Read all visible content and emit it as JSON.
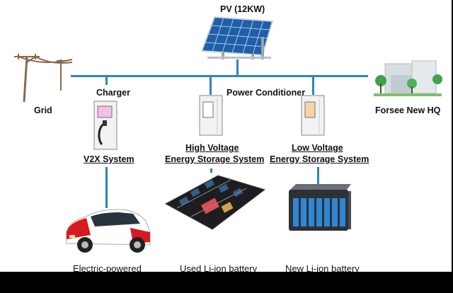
{
  "labels": {
    "pv": "PV (12KW)",
    "grid": "Grid",
    "charger": "Charger",
    "power_conditioner": "Power Conditioner",
    "hq": "Forsee New HQ",
    "v2x": "V2X System",
    "hv_line1": "High Voltage",
    "hv_line2": "Energy Storage System",
    "lv_line1": "Low Voltage",
    "lv_line2": "Energy Storage System"
  },
  "captions": {
    "ev": "Electric-powered",
    "used_battery": "Used  Li-ion battery",
    "new_battery": "New  Li-ion battery"
  },
  "icons": {
    "pv": "solar-panel-icon",
    "grid": "power-pole-icon",
    "hq": "building-icon",
    "charger": "charger-station-icon",
    "hv_conditioner": "power-conditioner-icon",
    "lv_conditioner": "power-conditioner-icon",
    "car": "electric-car-icon",
    "used_battery": "battery-pack-icon",
    "new_battery": "battery-module-icon"
  },
  "colors": {
    "bus": "#2e86b5",
    "charger_screen": "#f2bfe6",
    "hv_screen": "#ffffff",
    "lv_screen": "#f8d2a8",
    "background_bottom": "#000000"
  }
}
